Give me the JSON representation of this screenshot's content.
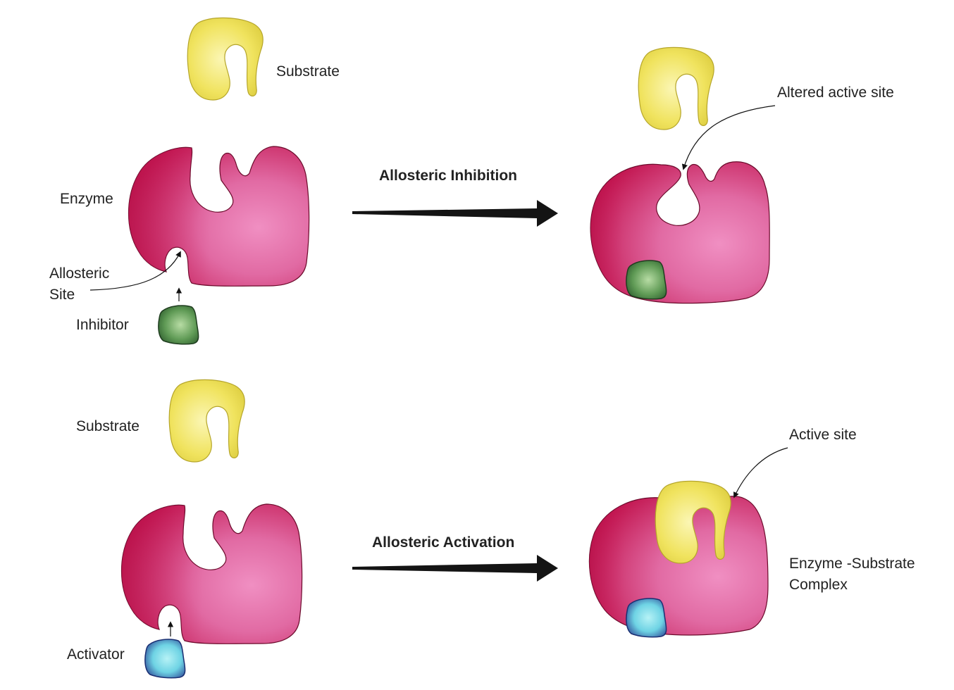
{
  "colors": {
    "enzyme_dark": "#c4164f",
    "enzyme_light": "#ec82b8",
    "substrate": "#efe15a",
    "substrate_edge": "#c9b92c",
    "inhibitor": "#5f9a55",
    "activator": "#6ed3e4",
    "arrow": "#141414"
  },
  "top": {
    "substrate_label": "Substrate",
    "enzyme_label": "Enzyme",
    "allosteric_label_line1": "Allosteric",
    "allosteric_label_line2": "Site",
    "inhibitor_label": "Inhibitor",
    "process_label": "Allosteric Inhibition",
    "altered_label": "Altered active site"
  },
  "bottom": {
    "substrate_label": "Substrate",
    "activator_label": "Activator",
    "process_label": "Allosteric Activation",
    "active_site_label": "Active site",
    "complex_label_line1": "Enzyme -Substrate",
    "complex_label_line2": "Complex"
  }
}
